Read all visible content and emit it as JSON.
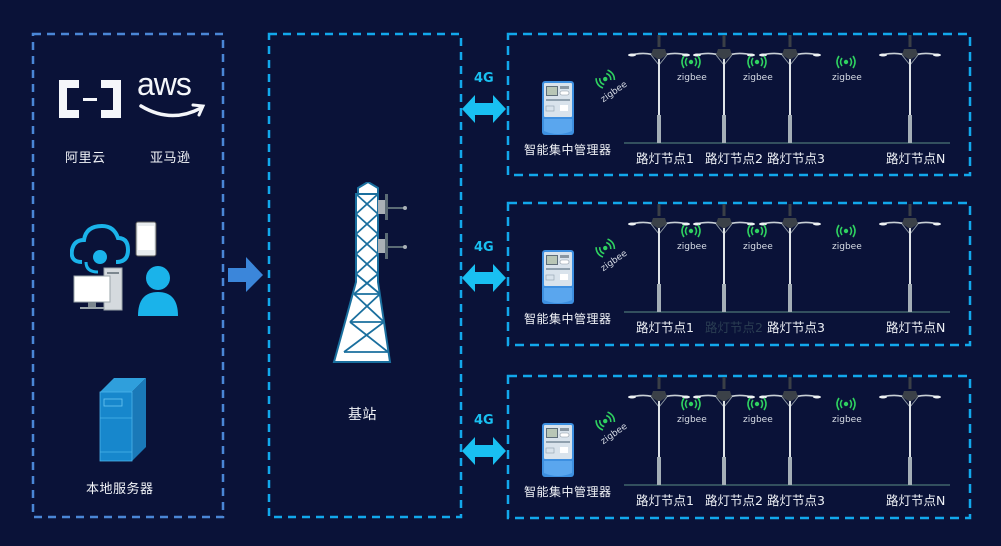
{
  "cloud_panel": {
    "providers": [
      {
        "name": "阿里云",
        "icon": "aliyun-logo-icon"
      },
      {
        "name": "亚马逊",
        "icon": "aws-logo-icon",
        "logo_text": "aws"
      }
    ],
    "user_devices_icon": "cloud-pc-phone-user-icon",
    "server_label": "本地服务器"
  },
  "base_station": {
    "label": "基站"
  },
  "colors": {
    "background": "#0a1238",
    "left_border": "#4a86d6",
    "cyan_border": "#12a8ec",
    "arrow_blue": "#3b86da",
    "arrow_cyan": "#19c0f2",
    "zigbee_green": "#2fd060"
  },
  "link_label": "4G",
  "zones": [
    {
      "concentrator_label": "智能集中管理器",
      "zigbee_label": "zigbee",
      "lamps": [
        {
          "label": "路灯节点1",
          "faded": false
        },
        {
          "label": "路灯节点2",
          "faded": false
        },
        {
          "label": "路灯节点3",
          "faded": false
        },
        {
          "label": "路灯节点N",
          "faded": false
        }
      ]
    },
    {
      "concentrator_label": "智能集中管理器",
      "zigbee_label": "zigbee",
      "lamps": [
        {
          "label": "路灯节点1",
          "faded": false
        },
        {
          "label": "路灯节点2",
          "faded": true
        },
        {
          "label": "路灯节点3",
          "faded": false
        },
        {
          "label": "路灯节点N",
          "faded": false
        }
      ]
    },
    {
      "concentrator_label": "智能集中管理器",
      "zigbee_label": "zigbee",
      "lamps": [
        {
          "label": "路灯节点1",
          "faded": false
        },
        {
          "label": "路灯节点2",
          "faded": false
        },
        {
          "label": "路灯节点3",
          "faded": false
        },
        {
          "label": "路灯节点N",
          "faded": false
        }
      ]
    }
  ]
}
